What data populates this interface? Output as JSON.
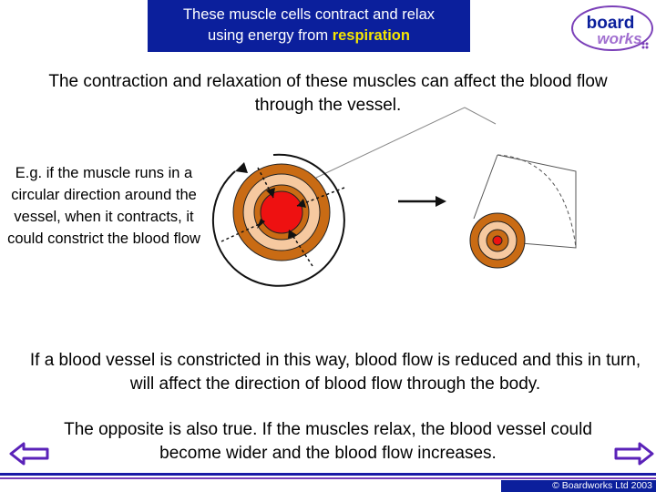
{
  "header": {
    "title_line1": "These muscle cells contract and relax",
    "title_line2_prefix": "using energy from",
    "title_highlight": "respiration"
  },
  "logo": {
    "word1": "board",
    "word2": "works"
  },
  "content": {
    "intro": "The contraction and relaxation of these muscles can affect the blood flow through the vessel.",
    "example": "E.g. if the muscle runs in a circular direction around the vessel, when it contracts, it could constrict the blood flow",
    "paragraph1": "If a blood vessel is constricted in this way, blood flow is reduced and this in turn, will affect the direction of blood flow through the body.",
    "paragraph2": "The opposite is also true. If the muscles relax, the blood vessel could become wider and the blood flow increases."
  },
  "footer": {
    "copyright": "© Boardworks Ltd 2003"
  },
  "icons": {
    "prev": "arrow-left-icon",
    "next": "arrow-right-icon"
  },
  "colors": {
    "title_bg": "#0b1f9c",
    "highlight": "#f5e600",
    "muscle_outer": "#c96b14",
    "muscle_light": "#f6c9a0",
    "lumen": "#ee1111",
    "nav_arrow": "#5a22b8"
  }
}
